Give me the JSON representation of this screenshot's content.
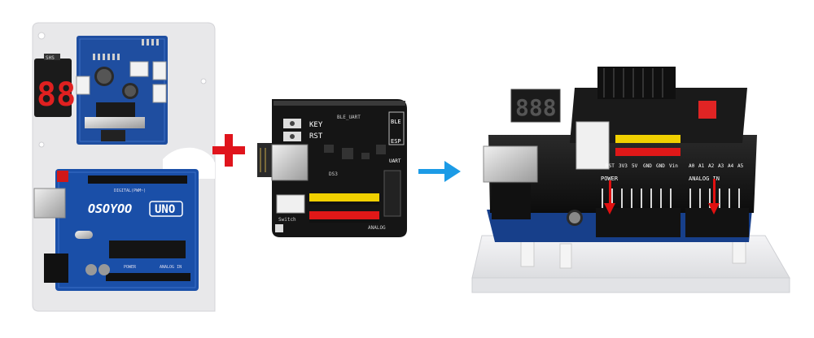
{
  "left_panel": {
    "top_board_label": "SHS",
    "display_digits": "888",
    "uno_brand": "OSOYOO",
    "uno_model": "UNO",
    "uno_sub": "DIGITAL(PWM~)",
    "uno_power": "POWER",
    "uno_analog": "ANALOG IN"
  },
  "shield": {
    "key_label": "KEY",
    "rst_label": "RST",
    "ble_label": "BLE",
    "esp_label": "ESP",
    "uart_label": "UART",
    "switch_label": "Switch",
    "analog_label": "ANALOG",
    "ble_uart_label": "BLE_UART",
    "ds_label": "DS3"
  },
  "stack": {
    "display_digits": "888",
    "power_label": "POWER",
    "analog_label": "ANALOG IN",
    "pin_labels": [
      "RST",
      "3V3",
      "5V",
      "GND",
      "GND",
      "Vin"
    ],
    "analog_pins": [
      "A0",
      "A1",
      "A2",
      "A3",
      "A4",
      "A5"
    ]
  },
  "colors": {
    "panel": "#e8e8ea",
    "uno_blue": "#1a4fa8",
    "driver_blue": "#1f4ea0",
    "shield_black": "#151515",
    "plus_red": "#e0141c",
    "arrow_blue": "#1c9be6",
    "pin_yellow": "#f0d000",
    "pin_red": "#e01818",
    "down_arrow_red": "#e01010"
  },
  "icons": {
    "plus": "plus-icon",
    "arrow": "arrow-right-icon"
  }
}
